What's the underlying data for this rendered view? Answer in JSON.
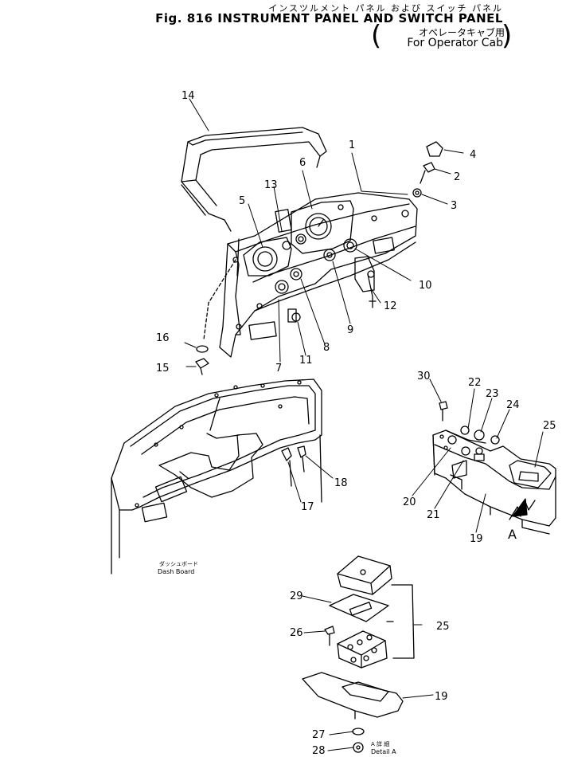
{
  "title": {
    "japanese": "インスツルメント パネル および スイッチ パネル",
    "english": "Fig. 816 INSTRUMENT PANEL AND SWITCH PANEL",
    "sub_japanese": "オペレータキャブ用",
    "sub_english": "For Operator Cab"
  },
  "callouts": [
    {
      "id": "c1",
      "label": "1"
    },
    {
      "id": "c2",
      "label": "2"
    },
    {
      "id": "c3",
      "label": "3"
    },
    {
      "id": "c4",
      "label": "4"
    },
    {
      "id": "c5",
      "label": "5"
    },
    {
      "id": "c6",
      "label": "6"
    },
    {
      "id": "c7",
      "label": "7"
    },
    {
      "id": "c8",
      "label": "8"
    },
    {
      "id": "c9",
      "label": "9"
    },
    {
      "id": "c10",
      "label": "10"
    },
    {
      "id": "c11",
      "label": "11"
    },
    {
      "id": "c12",
      "label": "12"
    },
    {
      "id": "c13",
      "label": "13"
    },
    {
      "id": "c14",
      "label": "14"
    },
    {
      "id": "c15",
      "label": "15"
    },
    {
      "id": "c16",
      "label": "16"
    },
    {
      "id": "c17",
      "label": "17"
    },
    {
      "id": "c18",
      "label": "18"
    },
    {
      "id": "c19",
      "label": "19"
    },
    {
      "id": "c20",
      "label": "20"
    },
    {
      "id": "c21",
      "label": "21"
    },
    {
      "id": "c22",
      "label": "22"
    },
    {
      "id": "c23",
      "label": "23"
    },
    {
      "id": "c24",
      "label": "24"
    },
    {
      "id": "c25",
      "label": "25"
    },
    {
      "id": "c26",
      "label": "26"
    },
    {
      "id": "c27",
      "label": "27"
    },
    {
      "id": "c28",
      "label": "28"
    },
    {
      "id": "c29",
      "label": "29"
    },
    {
      "id": "c30",
      "label": "30"
    },
    {
      "id": "c19b",
      "label": "19"
    },
    {
      "id": "c25b",
      "label": "25"
    }
  ],
  "view_marker": "A",
  "dash_board": {
    "japanese": "ダッシュボード",
    "english": "Dash Board"
  },
  "detail": {
    "japanese": "A 詳 細",
    "english": "Detail A"
  }
}
